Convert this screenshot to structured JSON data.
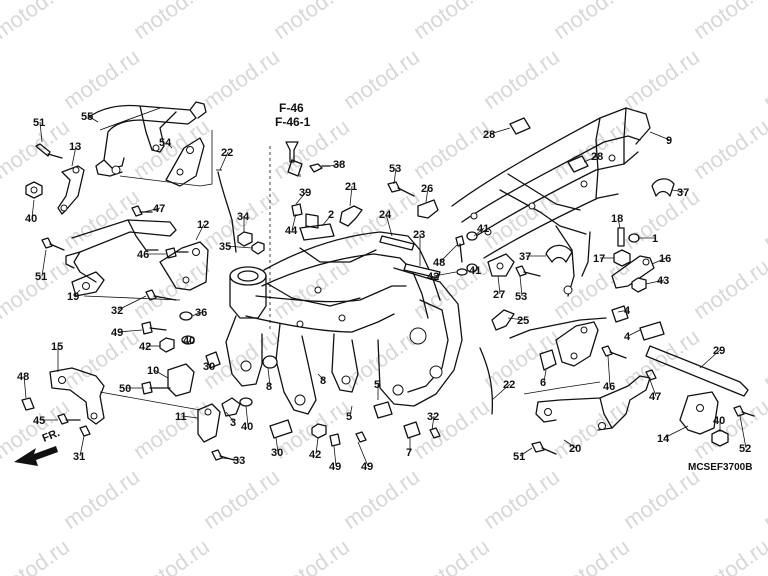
{
  "diagram": {
    "diagram_code": "MCSEF3700B",
    "front_indicator": "FR.",
    "refs": [
      "F-46",
      "F-46-1"
    ],
    "watermark": "motod.ru",
    "callouts": [
      "1",
      "2",
      "3",
      "4",
      "5",
      "6",
      "7",
      "8",
      "9",
      "10",
      "11",
      "12",
      "13",
      "14",
      "15",
      "16",
      "17",
      "18",
      "19",
      "20",
      "21",
      "22",
      "23",
      "24",
      "25",
      "26",
      "27",
      "28",
      "29",
      "30",
      "31",
      "32",
      "33",
      "34",
      "35",
      "36",
      "37",
      "38",
      "39",
      "40",
      "41",
      "42",
      "43",
      "44",
      "45",
      "46",
      "47",
      "48",
      "49",
      "50",
      "51",
      "52",
      "53",
      "54",
      "55"
    ]
  }
}
